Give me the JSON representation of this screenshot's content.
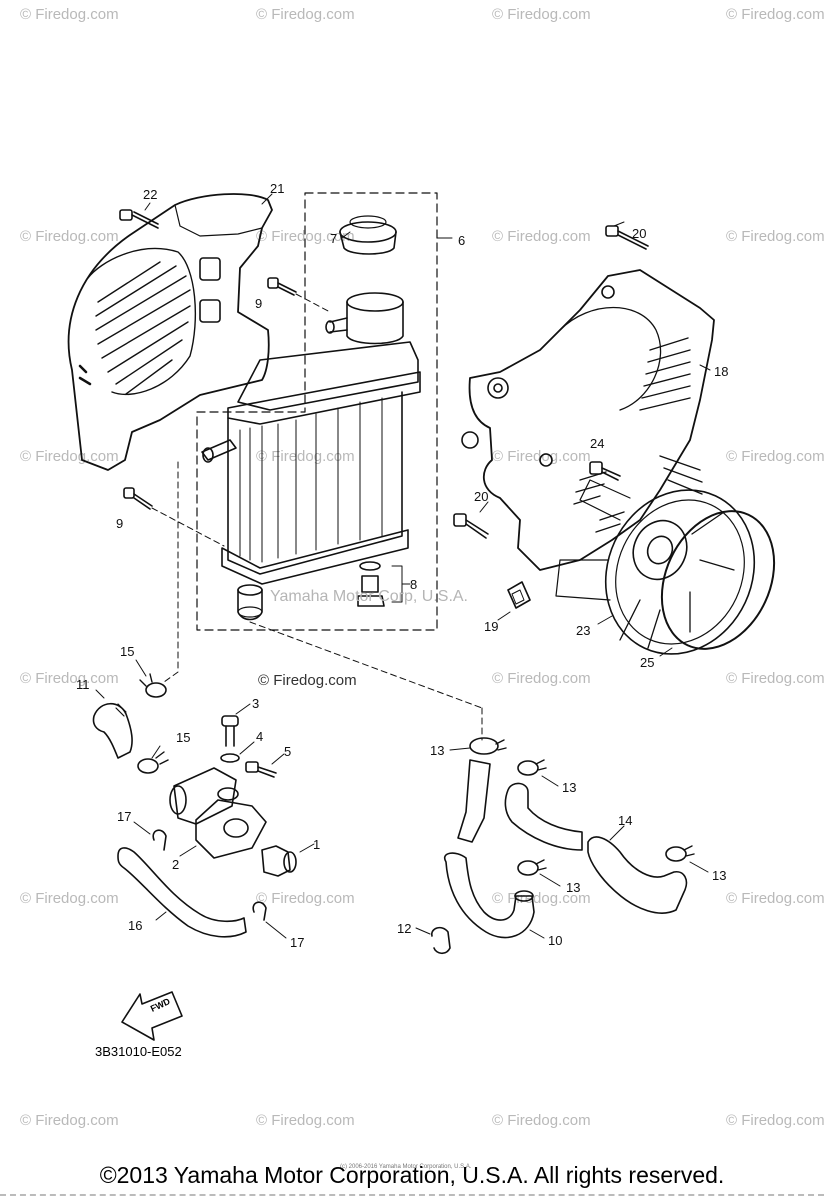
{
  "watermark_text": "© Firedog.com",
  "center_watermark": "© Firedog.com",
  "yamaha_watermark": "Yamaha Motor Corp, U.S.A.",
  "diagram_code": "3B31010-E052",
  "fwd_label": "FWD",
  "copyright": "©2013 Yamaha Motor Corporation, U.S.A. All rights reserved.",
  "tiny_copyright": "(c) 2006-2016 Yamaha Motor Corporation, U.S.A.",
  "callouts": [
    "1",
    "2",
    "3",
    "4",
    "5",
    "6",
    "7",
    "8",
    "9",
    "9",
    "10",
    "11",
    "12",
    "13",
    "13",
    "13",
    "13",
    "14",
    "15",
    "15",
    "16",
    "17",
    "17",
    "18",
    "19",
    "20",
    "20",
    "21",
    "22",
    "23",
    "24",
    "25"
  ]
}
